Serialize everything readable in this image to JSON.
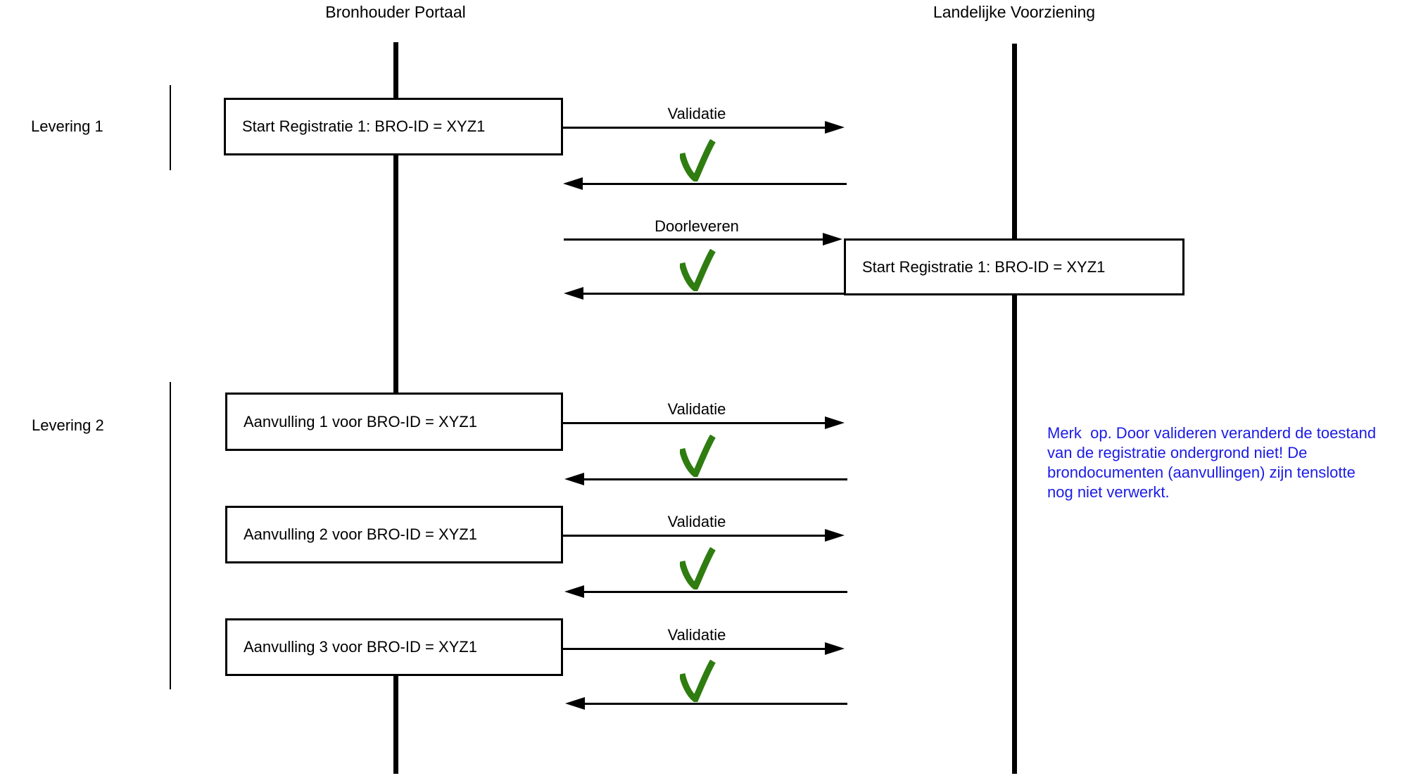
{
  "actors": {
    "left": "Bronhouder Portaal",
    "right": "Landelijke Voorziening"
  },
  "groups": {
    "levering1": "Levering 1",
    "levering2": "Levering 2"
  },
  "boxes": {
    "start_portaal": "Start Registratie 1: BRO-ID = XYZ1",
    "start_lv": "Start Registratie 1: BRO-ID = XYZ1",
    "aanvulling1": "Aanvulling 1 voor BRO-ID = XYZ1",
    "aanvulling2": "Aanvulling 2 voor BRO-ID = XYZ1",
    "aanvulling3": "Aanvulling 3 voor BRO-ID = XYZ1"
  },
  "messages": {
    "validatie1": "Validatie",
    "doorleveren": "Doorleveren",
    "validatie2": "Validatie",
    "validatie3": "Validatie",
    "validatie4": "Validatie"
  },
  "note": {
    "line1": "Merk  op. Door valideren veranderd de toestand",
    "line2": "van de registratie ondergrond niet! De",
    "line3": "brondocumenten (aanvullingen) zijn tenslotte",
    "line4": "nog niet verwerkt."
  },
  "colors": {
    "check_green": "#2f7c10",
    "note_blue": "#1b1be6",
    "line_black": "#000000"
  }
}
